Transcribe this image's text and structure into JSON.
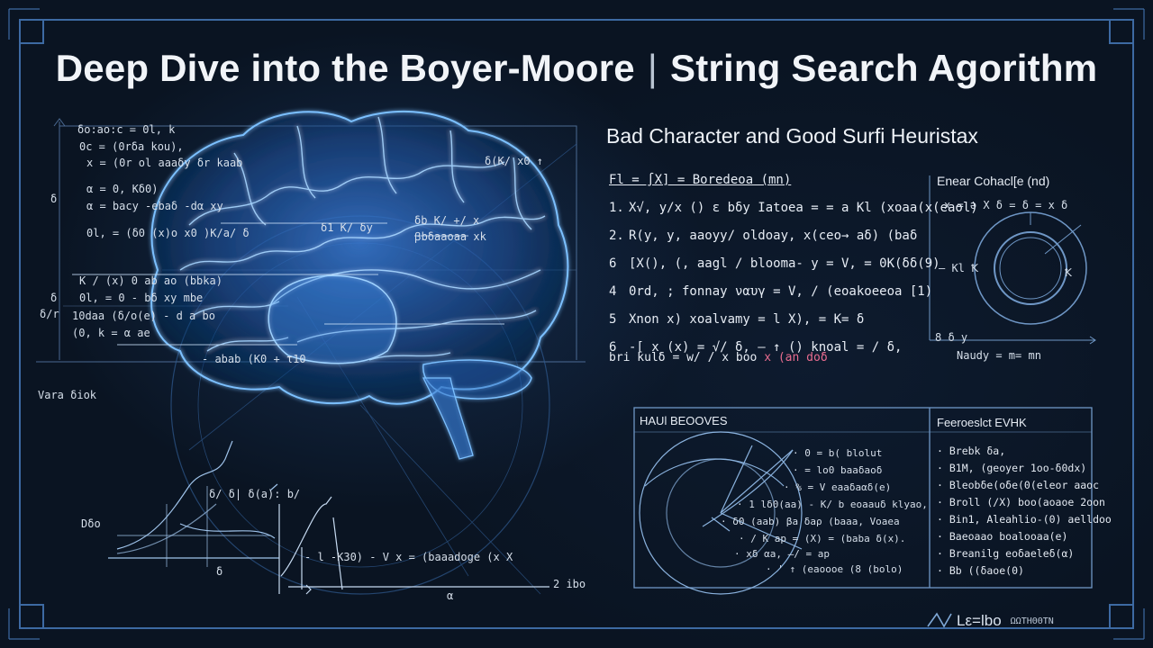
{
  "slide": {
    "title_left": "Deep Dive into the Boyer-Moore",
    "title_sep": "|",
    "title_right": "String Search Agorithm",
    "subtitle": "Bad Character and Good Surfi Heuristax"
  },
  "left_notes": [
    "δo:ao:c = 0l, k",
    "0c = (0rδa kou),",
    "x = (0r ol aaaδy δr kaab",
    "α = 0, Kδ0)",
    "α = bacy -ebaδ -dα xy",
    "0l, = (δ0 (x)o x0 )K/a/ δ",
    "K / (x) 0 ab ao (bbka)",
    "0l, = 0 - bδ xy mbe",
    "10daa (δ/o(e) - d a bo",
    "(0, k = α ae"
  ],
  "side_labels": {
    "left_axis": "δ",
    "left_axis_2": "δ",
    "left_axis_3": "δ/r",
    "vara_block": "Vara δiok",
    "mid_tag": "δ(K/ x0 ↑",
    "brain_tag_1": "δ1 K/ δy",
    "brain_tag_2": "δb K/ +/ x",
    "brain_sub": "ꞵbδaaoaa xk",
    "bottom_left": "Dδo",
    "bottom_formula": "- l -K30) - V x = (baaadoge (x X",
    "bottom_right": "2 ibo",
    "bottom_a": "δ",
    "bottom_b": "α",
    "chart_top": "δ/ δ| δ(a): b/",
    "center_gauge": "- abab (K0 + τ10"
  },
  "equations": {
    "header": "Fl  = ∫X] = Boredeoa (mn)",
    "lines": [
      {
        "num": "1.",
        "text": "X√, y/x () ε bδy  Iatoea = = a Kl (xoaa(x(eaol)"
      },
      {
        "num": "2.",
        "text": "R(y, y, aaoyy/ oldoay, x(ceo→ aδ) (baδ"
      },
      {
        "num": "6",
        "text": "[X(), (, aagl / blooma- y = V, = 0K(δδ(9)"
      },
      {
        "num": "4",
        "text": "0rd, ;  fonnay  ναυγ = V, / (eoakoeeoa [1)"
      },
      {
        "num": "5",
        "text": "Xnon x) xoalvamy = l X), = K= δ"
      },
      {
        "num": "6",
        "text": "-[ x (x) = √/ δ, — ↑ ()  knoal = / δ,"
      }
    ],
    "tail_text": "bri kulδ   = w/ / x boo",
    "tail_pink": "x (an doδ"
  },
  "circle_panel": {
    "title": "Enear Cohacl[e (nd)",
    "eq_top": "x = ə X δ = δ = x δ",
    "left_mark": "– Kl  Ꝁ",
    "right_mark": "Ꝁ",
    "bottom_left": "8 δ   y",
    "bottom": "Naudy = m= mn"
  },
  "bottom_panel": {
    "left_title": "HAUl BEOOVES",
    "right_title": "Feeroeslct EVHK",
    "gauge_rows": [
      "· 0 = b( blolut",
      "· = lo0 baaδaοδ",
      "· % = V eaaδaαδ(e)",
      "· 1 lδ0(aa) - K/ b eoaauδ klyaο,",
      "· δ0 (aab)  βa δaρ (baaa, Voaea",
      "· / K ap = (X) = (baba δ(x).",
      "· xδ αa, —/ = ap",
      "· ' ↑ (eaoooe (8 (bolo)"
    ],
    "bullets": [
      "· Brebk δa,",
      "· B1M, (geoyer 1oo-δ0dx)",
      "· Bleobδe(oδe(0(eleor aaoc",
      "· Broll (/X) boo(aoaoe 2oon",
      "· Bin1, Aleahlio-(0) aelldoo",
      "· Baeoaao boalooaa(e)",
      "· Breanilg eoδaeleδ(α)",
      "· Bb ((δaoe(0)"
    ]
  },
  "logo": {
    "text": "Lε=lbo",
    "sub": "ΩΩΤΗΘΘΤΝ"
  }
}
